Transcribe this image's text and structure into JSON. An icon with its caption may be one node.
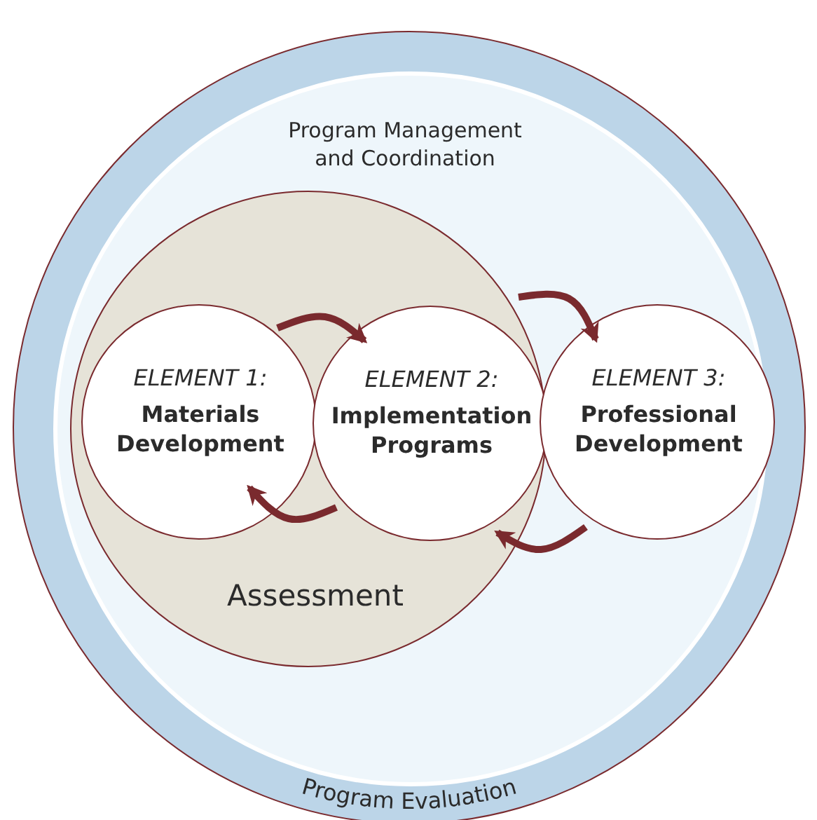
{
  "diagram": {
    "nodes": [
      {
        "text": [
          "Program Evaluation"
        ]
      },
      {
        "text": [
          "Program Management and Coordination"
        ],
        "in": 0
      },
      {
        "text": [
          "Assessment"
        ],
        "in": 1
      },
      {
        "text": [
          "ELEMENT 1:",
          "Materials Development"
        ],
        "in": 2
      },
      {
        "text": [
          "ELEMENT 2:",
          "Implementation Programs"
        ],
        "in": 2
      },
      {
        "text": [
          "ELEMENT 3:",
          "Professional Development"
        ],
        "in": 1
      }
    ],
    "edges": [
      {
        "from": 3,
        "to": 4,
        "arrow": "to"
      },
      {
        "from": 4,
        "to": 3,
        "arrow": "to"
      },
      {
        "from": 4,
        "to": 5,
        "arrow": "to"
      },
      {
        "from": 5,
        "to": 4,
        "arrow": "to"
      }
    ]
  }
}
